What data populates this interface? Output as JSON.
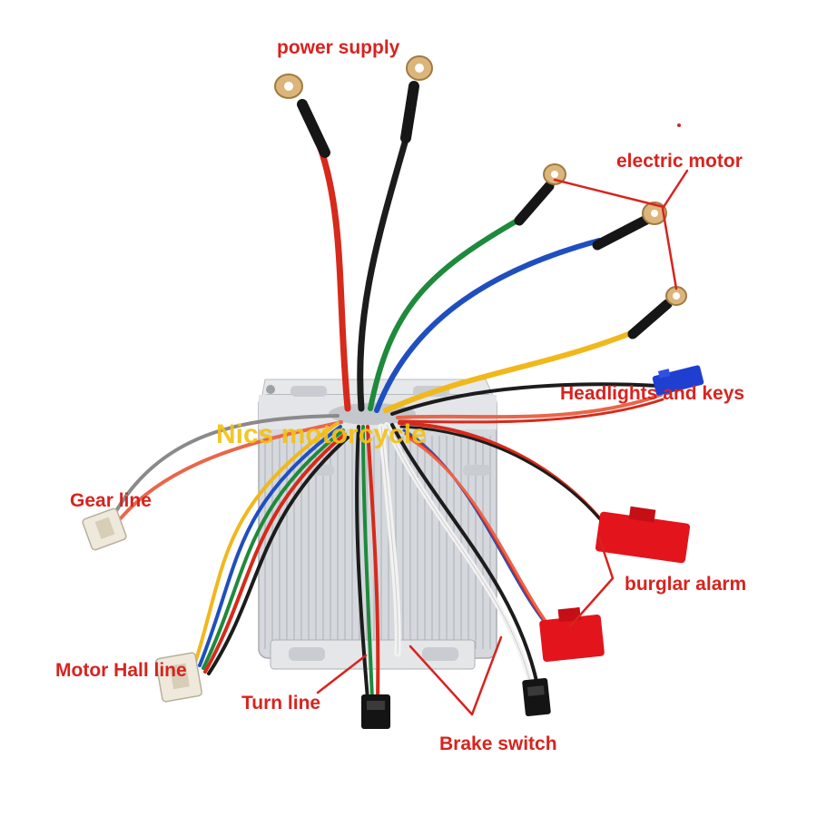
{
  "labels": {
    "power_supply": "power supply",
    "electric_motor": "electric motor",
    "headlights_and_keys": "Headlights and keys",
    "gear_line": "Gear line",
    "burglar_alarm": "burglar alarm",
    "motor_hall_line": "Motor Hall line",
    "turn_line": "Turn line",
    "brake_switch": "Brake switch"
  },
  "watermark": "Nics motorcycle",
  "colors": {
    "label": "#d8231f",
    "pointer": "#d8231f",
    "watermark": "#f3c215",
    "wire_red": "#d62a1c",
    "wire_black": "#1c1c1c",
    "wire_green": "#1e8a3c",
    "wire_blue": "#1f4fbf",
    "wire_yellow": "#f0b81c",
    "wire_gray": "#8a8a8a",
    "wire_salmon": "#e8664a",
    "wire_white": "#f2f2f2",
    "connector_red": "#e3141c",
    "connector_blue": "#1f3fd0",
    "controller_body": "#d5d8dc"
  }
}
